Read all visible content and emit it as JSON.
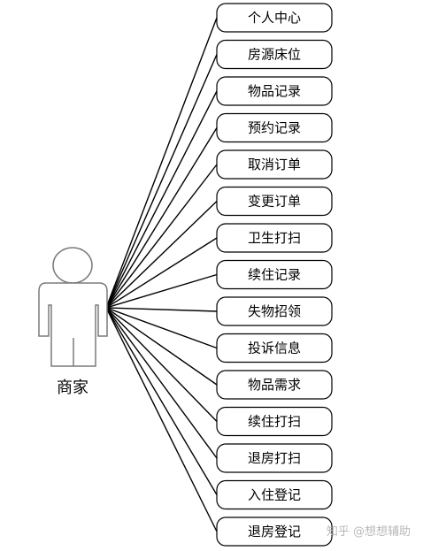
{
  "actor": {
    "name": "商家"
  },
  "use_cases": [
    "个人中心",
    "房源床位",
    "物品记录",
    "预约记录",
    "取消订单",
    "变更订单",
    "卫生打扫",
    "续住记录",
    "失物招领",
    "投诉信息",
    "物品需求",
    "续住打扫",
    "退房打扫",
    "入住登记",
    "退房登记"
  ],
  "watermark": "知乎 @想想辅助"
}
